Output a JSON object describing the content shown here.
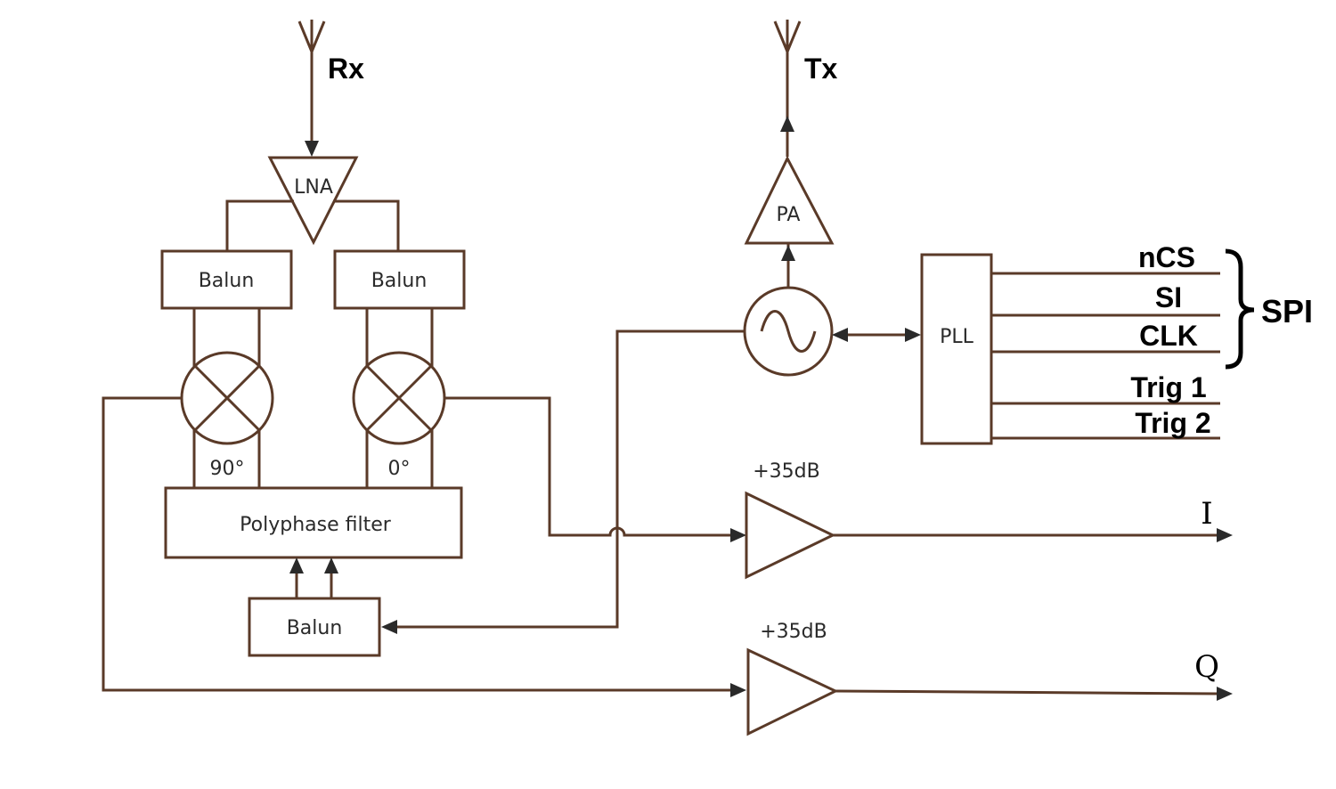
{
  "antennas": {
    "rx": "Rx",
    "tx": "Tx"
  },
  "amplifiers": {
    "lna": "LNA",
    "pa": "PA",
    "gain_i": "+35dB",
    "gain_q": "+35dB"
  },
  "blocks": {
    "balun_left": "Balun",
    "balun_right": "Balun",
    "balun_bottom": "Balun",
    "polyphase": "Polyphase filter",
    "pll": "PLL"
  },
  "phases": {
    "left": "90°",
    "right": "0°"
  },
  "outputs": {
    "i": "I",
    "q": "Q"
  },
  "pll_pins": [
    "nCS",
    "SI",
    "CLK",
    "Trig 1",
    "Trig 2"
  ],
  "spi_group": "SPI",
  "colors": {
    "wire": "#5a3a28",
    "text": "#2a2a2a"
  }
}
